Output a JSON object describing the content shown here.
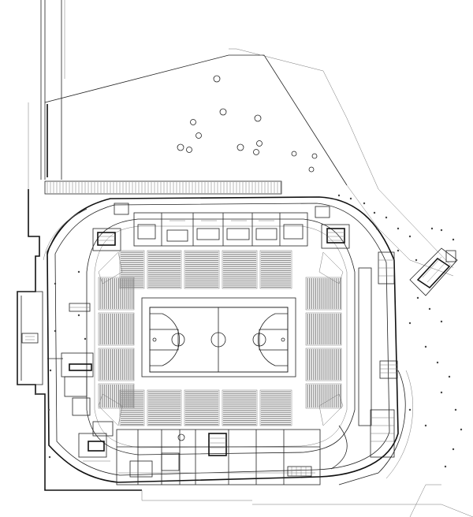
{
  "drawing": {
    "kind": "arena-floor-plan",
    "colors": {
      "ink": "#111111",
      "line": "#222222",
      "light_line": "#777777",
      "seating": "#8a8a8a",
      "paper": "#ffffff"
    },
    "court": {
      "sport": "basketball"
    },
    "stands": [
      "north-stand",
      "south-stand",
      "west-stand",
      "east-stand"
    ]
  }
}
